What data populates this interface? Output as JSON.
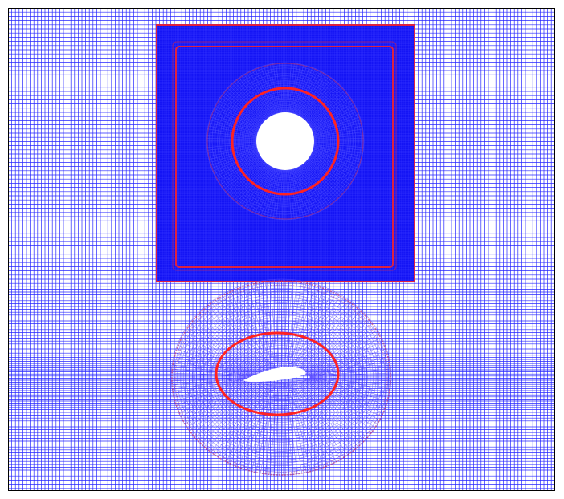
{
  "figure": {
    "colors": {
      "background": "#ffffff",
      "frame": "#000000",
      "mesh": "#1a1aff",
      "mesh_dense": "#1414f5",
      "interface": "#ff2222",
      "hole": "#ffffff"
    },
    "grids": [
      {
        "name": "background-cartesian-grid",
        "type": "cartesian"
      },
      {
        "name": "refined-square-block-grid",
        "type": "cartesian-refined"
      },
      {
        "name": "circle-o-grid",
        "type": "o-grid",
        "obstacle": "circle"
      },
      {
        "name": "airfoil-o-grid",
        "type": "o-grid",
        "obstacle": "airfoil"
      }
    ]
  }
}
